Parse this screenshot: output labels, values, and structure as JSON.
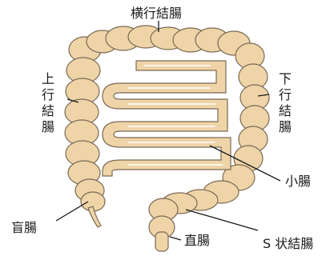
{
  "labels": {
    "transverse_colon": "横行結腸",
    "ascending_colon": [
      "上",
      "行",
      "結",
      "腸"
    ],
    "descending_colon": [
      "下",
      "行",
      "結",
      "腸"
    ],
    "small_intestine": "小腸",
    "cecum": "盲腸",
    "rectum": "直腸",
    "sigmoid_colon": "S 状結腸"
  },
  "colors": {
    "organ_fill": "#efd4a8",
    "organ_outline": "#7a6a55",
    "small_intestine_fill": "#efd4a8",
    "leader_line": "#1a1a1a"
  }
}
